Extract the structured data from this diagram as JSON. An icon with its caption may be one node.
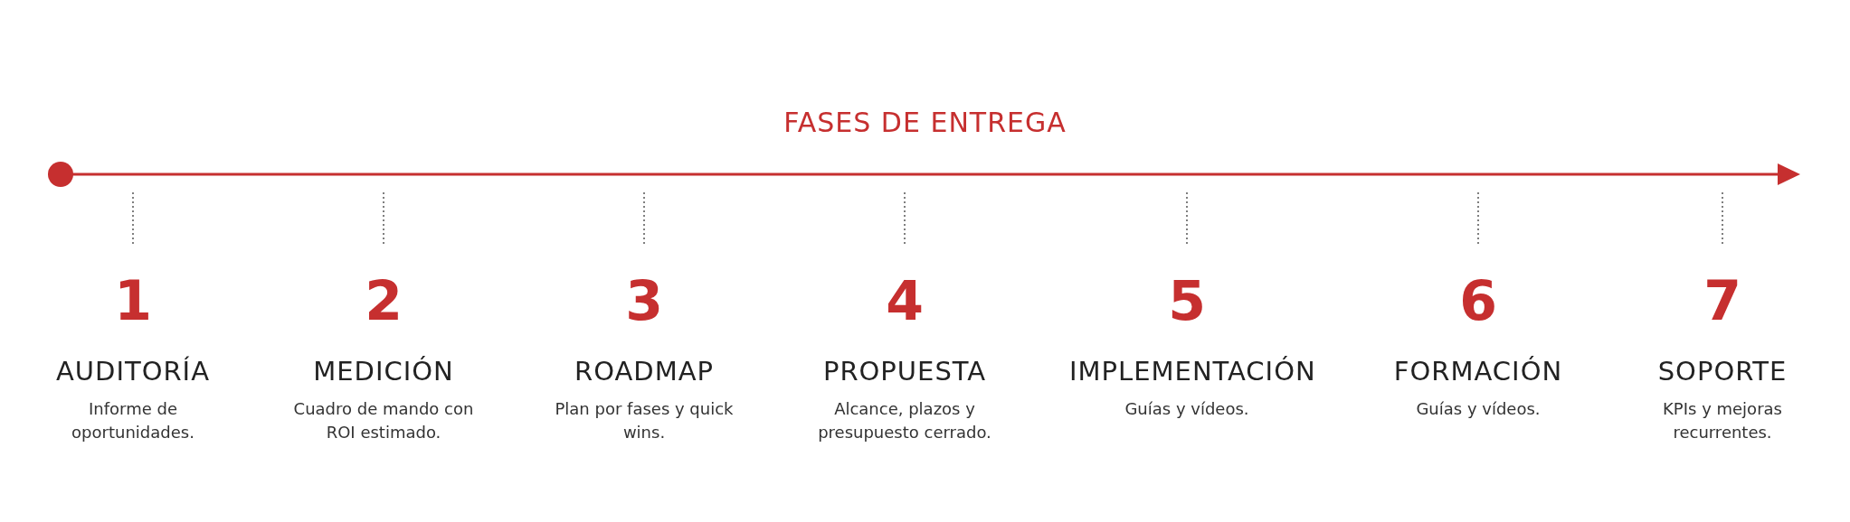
{
  "diagram": {
    "title": "FASES DE ENTREGA",
    "nodes": [
      {
        "text": [
          "1",
          "AUDITORÍA",
          "Informe de oportunidades."
        ]
      },
      {
        "text": [
          "2",
          "MEDICIÓN",
          "Cuadro de mando con ROI estimado."
        ]
      },
      {
        "text": [
          "3",
          "ROADMAP",
          "Plan por fases y quick wins."
        ]
      },
      {
        "text": [
          "4",
          "PROPUESTA",
          "Alcance, plazos y presupuesto cerrado."
        ]
      },
      {
        "text": [
          "5",
          "IMPLEMENTACIÓN",
          "Guías y vídeos."
        ]
      },
      {
        "text": [
          "6",
          "FORMACIÓN",
          "Guías y vídeos."
        ]
      },
      {
        "text": [
          "7",
          "SOPORTE",
          "KPIs y mejoras recurrentes."
        ]
      }
    ]
  }
}
